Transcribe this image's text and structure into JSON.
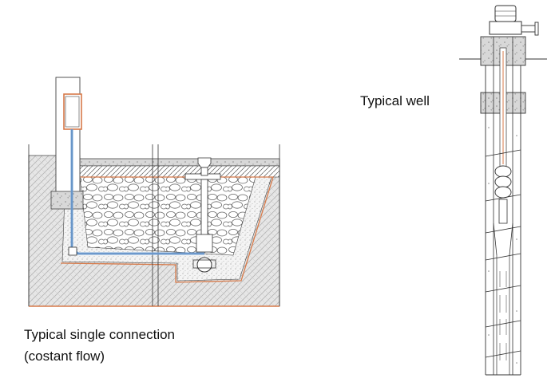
{
  "labels": {
    "well": "Typical well",
    "connection_line1": "Typical single connection",
    "connection_line2": "(costant flow)"
  },
  "colors": {
    "pipe": "#7ba7d8",
    "trench_outline": "#d77a4a",
    "soil_fill": "#e3e3e3",
    "gravel_fill": "#ffffff",
    "line": "#333333"
  }
}
